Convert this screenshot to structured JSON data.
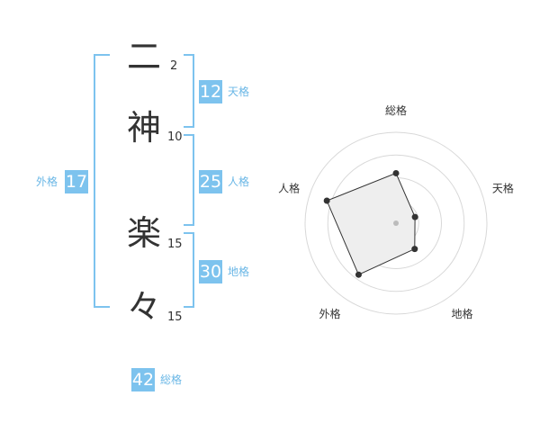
{
  "name": {
    "characters": [
      {
        "char": "二",
        "strokes": "2"
      },
      {
        "char": "神",
        "strokes": "10"
      },
      {
        "char": "楽",
        "strokes": "15"
      },
      {
        "char": "々",
        "strokes": "15"
      }
    ]
  },
  "kaku": {
    "tenkaku": {
      "value": "12",
      "label": "天格"
    },
    "jinkaku": {
      "value": "25",
      "label": "人格"
    },
    "chikaku": {
      "value": "30",
      "label": "地格"
    },
    "gaikaku": {
      "value": "17",
      "label": "外格"
    },
    "soukaku": {
      "value": "42",
      "label": "総格"
    }
  },
  "radar": {
    "axes": [
      "総格",
      "天格",
      "地格",
      "外格",
      "人格"
    ],
    "values": [
      0.55,
      0.22,
      0.35,
      0.7,
      0.8
    ],
    "rings": 4,
    "colors": {
      "ring": "#d8d8d8",
      "fill": "#eeeeee",
      "stroke": "#333333",
      "point": "#333333",
      "center": "#bbbbbb"
    }
  }
}
